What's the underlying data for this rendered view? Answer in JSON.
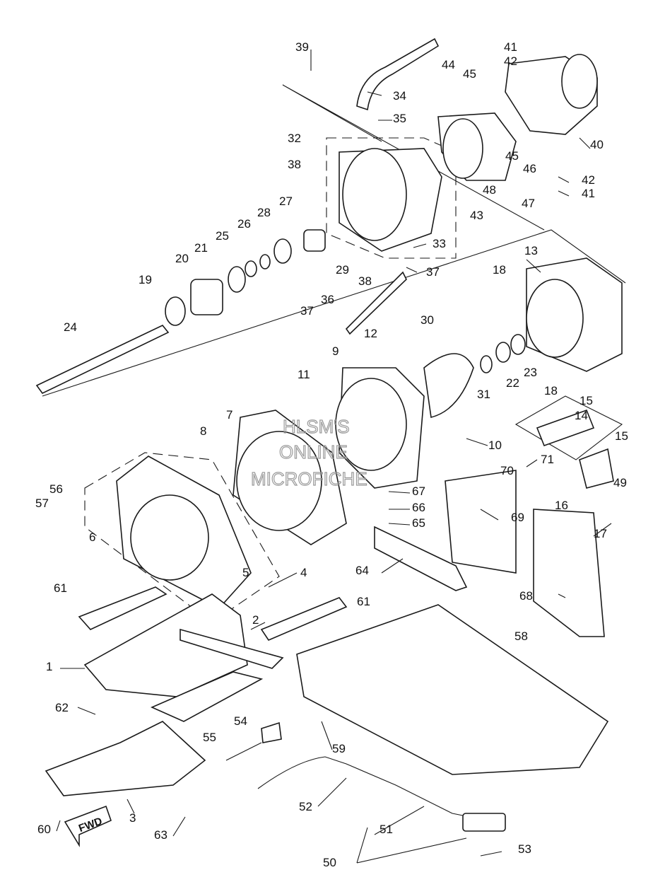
{
  "watermark": [
    "HLSM'S",
    "ONLINE",
    "MICROFICHE"
  ],
  "fwd_label": "FWD",
  "callouts": [
    "1",
    "2",
    "3",
    "4",
    "5",
    "6",
    "7",
    "8",
    "9",
    "10",
    "11",
    "12",
    "13",
    "14",
    "15",
    "15",
    "16",
    "17",
    "18",
    "18",
    "19",
    "20",
    "21",
    "22",
    "23",
    "24",
    "25",
    "26",
    "27",
    "28",
    "29",
    "30",
    "31",
    "32",
    "33",
    "34",
    "35",
    "36",
    "37",
    "37",
    "38",
    "38",
    "39",
    "40",
    "41",
    "41",
    "42",
    "42",
    "43",
    "44",
    "45",
    "45",
    "46",
    "47",
    "48",
    "49",
    "50",
    "51",
    "52",
    "53",
    "54",
    "55",
    "56",
    "57",
    "58",
    "59",
    "60",
    "61",
    "61",
    "62",
    "63",
    "64",
    "65",
    "66",
    "67",
    "68",
    "69",
    "70",
    "71"
  ]
}
